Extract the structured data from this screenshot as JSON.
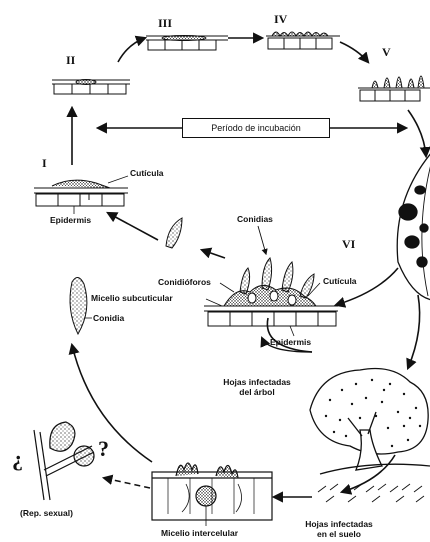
{
  "stages": {
    "I": "I",
    "II": "II",
    "III": "III",
    "IV": "IV",
    "V": "V",
    "VI": "VI"
  },
  "incubation_label": "Período de incubación",
  "labels": {
    "cuticula_stage1": "Cutícula",
    "epidermis_stage1": "Epidermis",
    "micelio_subcuticular": "Micelio subcuticular",
    "conidia": "Conidia",
    "conidias": "Conidias",
    "conidioforos": "Conidióforos",
    "cuticula_stage6": "Cutícula",
    "epidermis_stage6": "Epidermis",
    "hojas_infectadas_arbol": [
      "Hojas infectadas",
      "del árbol"
    ],
    "hojas_infectadas_suelo": [
      "Hojas infectadas",
      "en el suelo"
    ],
    "micelio_intercelular": "Micelio intercelular",
    "rep_sexual": "(Rep. sexual)",
    "question_open": "¿",
    "question_close": "?"
  },
  "colors": {
    "ink": "#111111",
    "background": "#ffffff"
  }
}
